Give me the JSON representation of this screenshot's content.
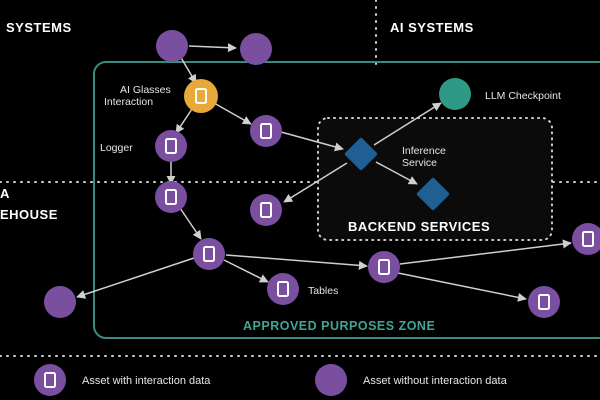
{
  "zones": {
    "left_top": "SYSTEMS",
    "right_top": "AI SYSTEMS",
    "left_mid_line1": "A",
    "left_mid_line2": "EHOUSE",
    "approved": "APPROVED PURPOSES ZONE",
    "backend": "BACKEND SERVICES"
  },
  "nodes": {
    "ai_glasses_line1": "AI Glasses",
    "ai_glasses_line2": "Interaction",
    "logger": "Logger",
    "llm_checkpoint": "LLM Checkpoint",
    "inference_line1": "Inference",
    "inference_line2": "Service",
    "tables": "Tables"
  },
  "legend": {
    "with_data": "Asset with interaction data",
    "without_data": "Asset without interaction data"
  },
  "colors": {
    "background": "#000000",
    "purple": "#7a4fa0",
    "orange": "#e8a93a",
    "teal": "#2e9a86",
    "blue": "#1f5f94",
    "zone_border": "#3a8a80",
    "zone_label": "#3fa595",
    "text": "#e6e6e6"
  },
  "icons": {
    "asset_with_data": "document-icon",
    "asset_without_data": "circle-icon"
  }
}
